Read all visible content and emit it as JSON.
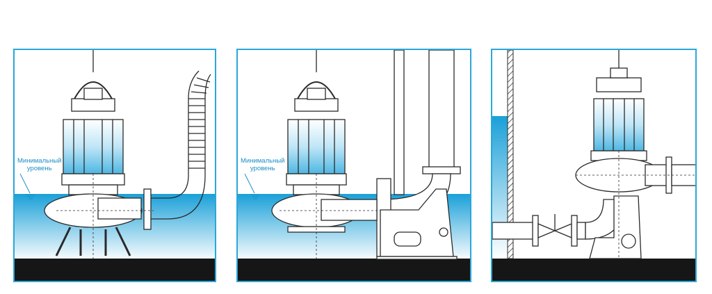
{
  "panels": [
    {
      "id": "panel-1",
      "type": "hose-discharge",
      "water_level_label_1": "Минимальный",
      "water_level_label_2": "уровень"
    },
    {
      "id": "panel-2",
      "type": "auto-coupling",
      "water_level_label_1": "Минимальный",
      "water_level_label_2": "уровень"
    },
    {
      "id": "panel-3",
      "type": "dry-installation"
    }
  ],
  "colors": {
    "frame": "#2aa7d9",
    "water": "#1aa0d8",
    "ground": "#161616",
    "line": "#2a2a2a"
  }
}
